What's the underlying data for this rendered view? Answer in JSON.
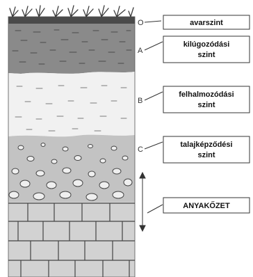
{
  "horizons": [
    {
      "letter": "O",
      "label": "avarszint",
      "label_lines": [
        "avarszint"
      ]
    },
    {
      "letter": "A",
      "label": "kilúgozódási szint",
      "label_lines": [
        "kilúgozódási",
        "szint"
      ]
    },
    {
      "letter": "B",
      "label": "felhalmozódási szint",
      "label_lines": [
        "felhalmozódási",
        "szint"
      ]
    },
    {
      "letter": "C",
      "label": "talajképződési szint",
      "label_lines": [
        "talajképződési",
        "szint"
      ]
    }
  ],
  "bedrock": {
    "label": "ANYAKŐZET"
  },
  "colors": {
    "o_layer": "#4a4a4a",
    "a_layer": "#8a8a8a",
    "b_layer": "#f1f1f1",
    "c_layer": "#c3c3c3",
    "bedrock": "#d2d2d2",
    "grass": "#3a3a3a",
    "box_border": "#333333"
  }
}
